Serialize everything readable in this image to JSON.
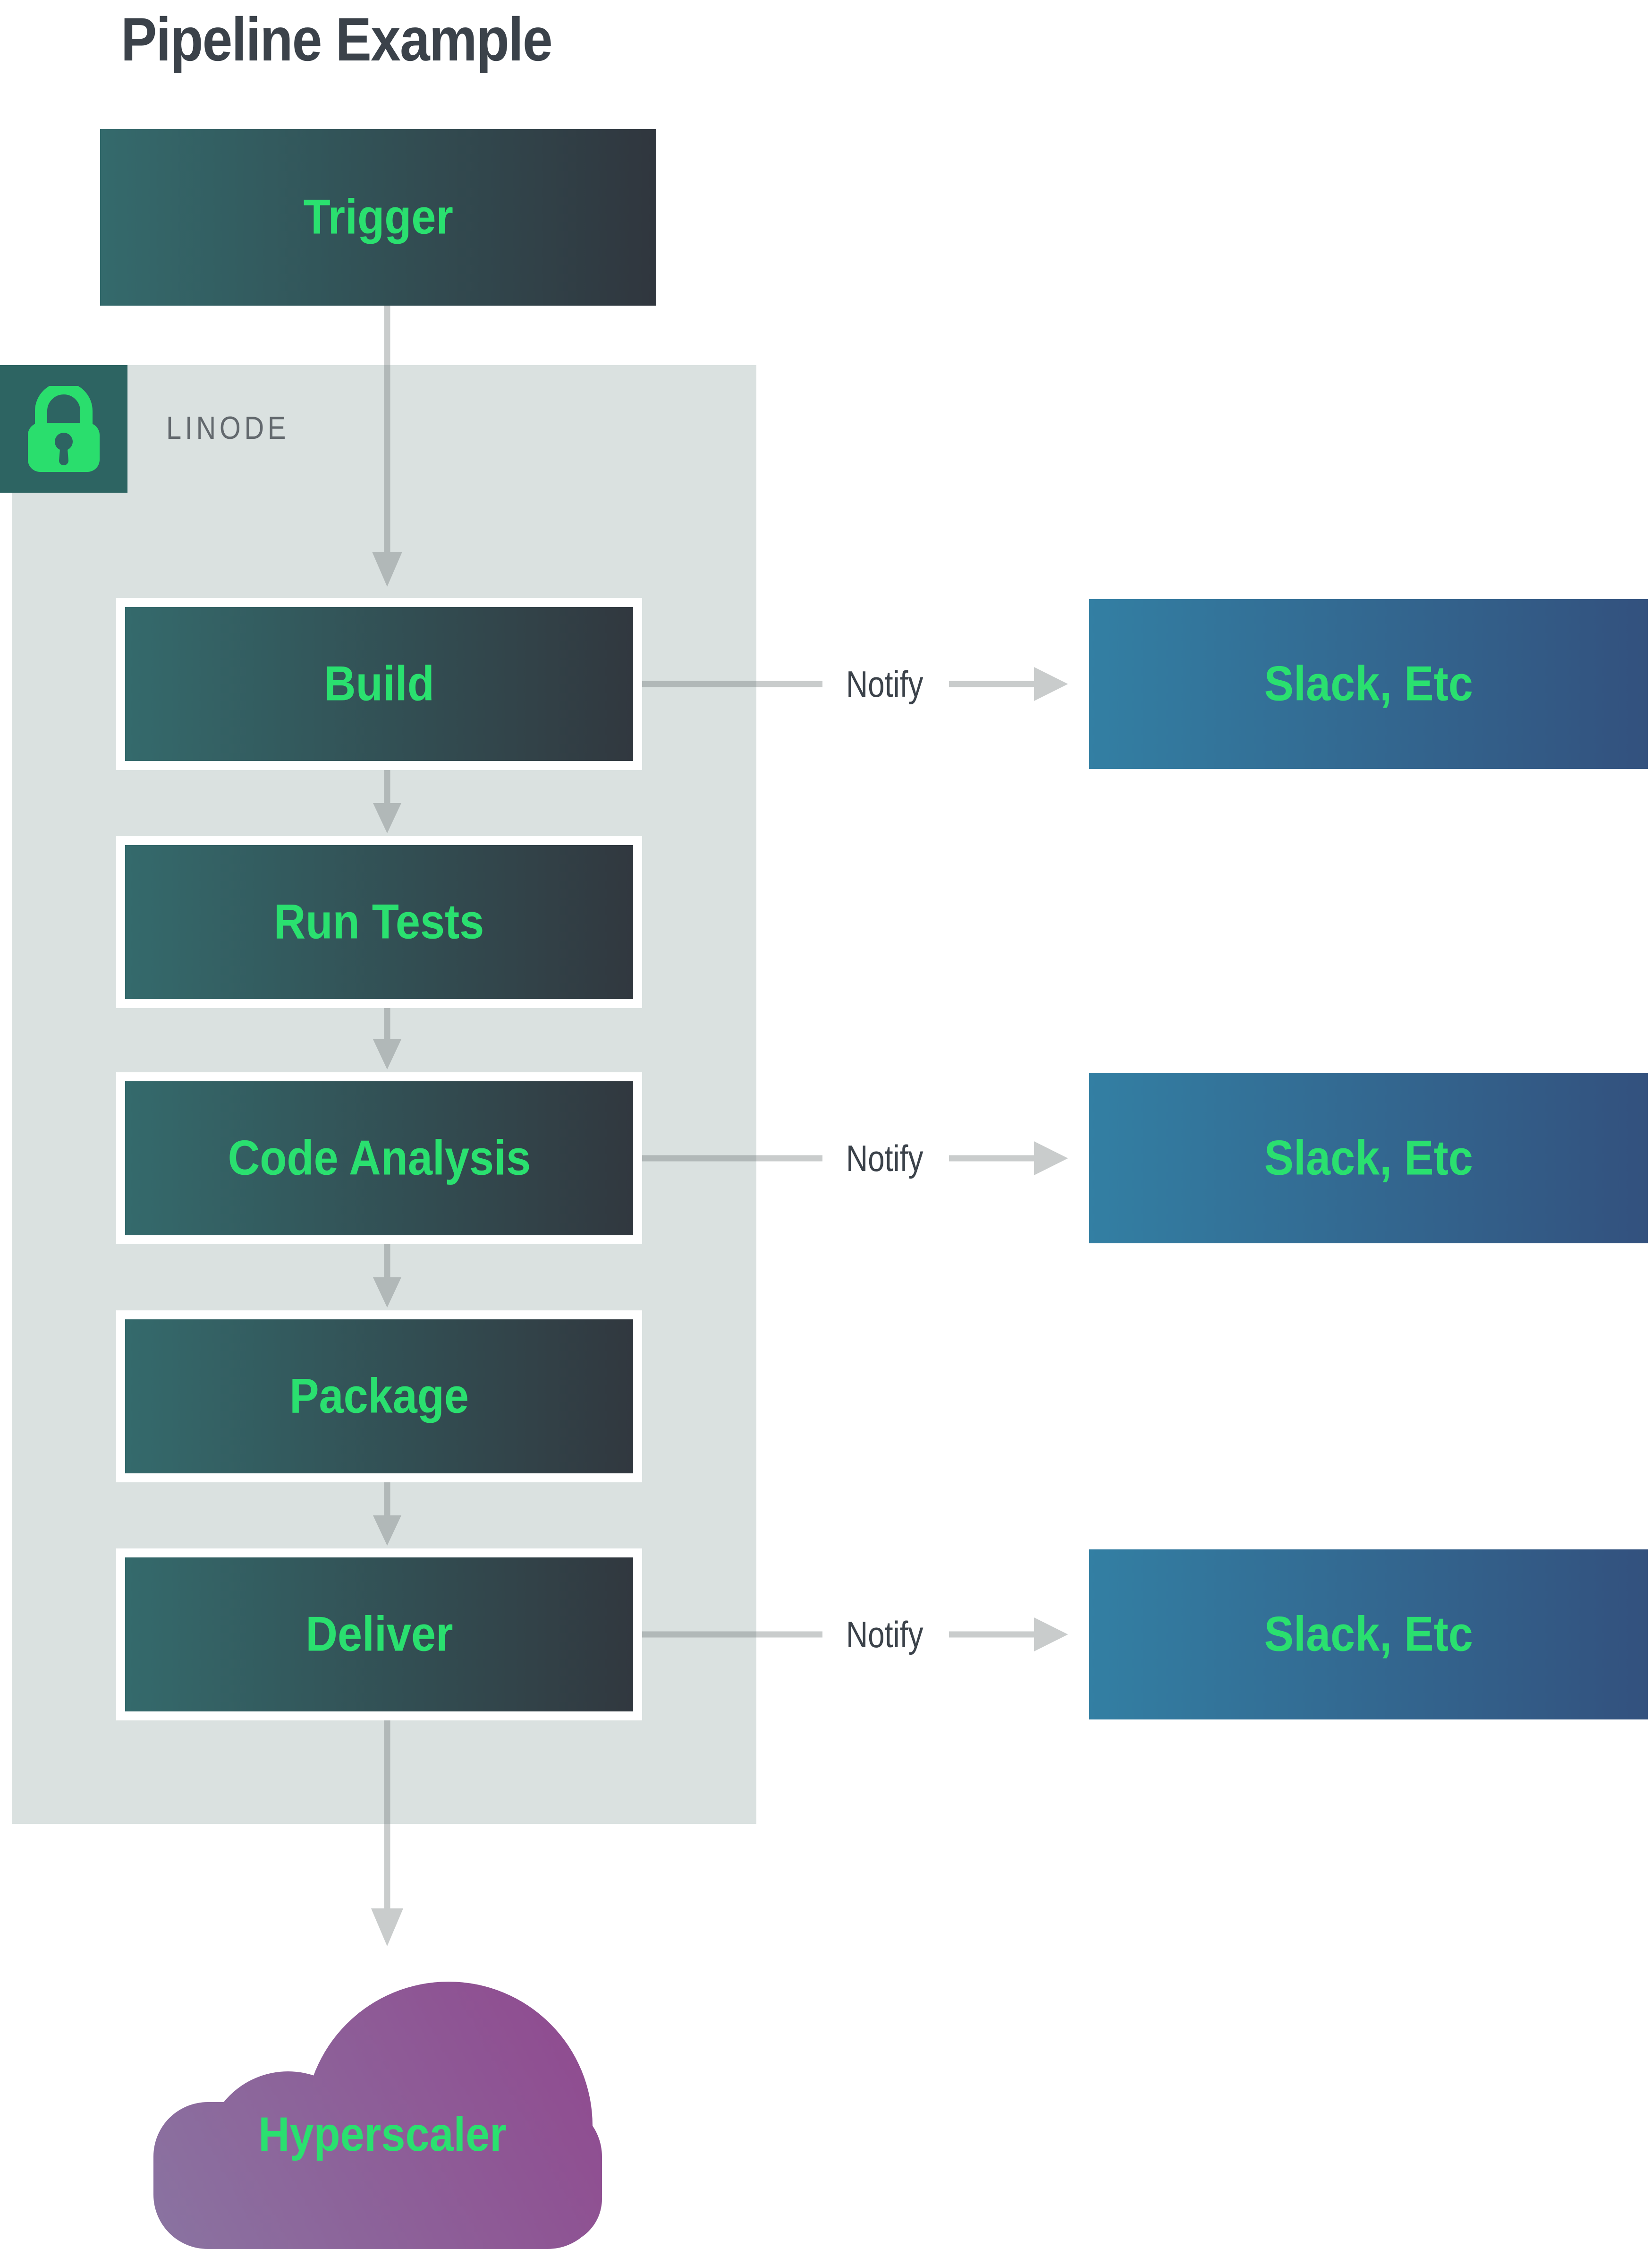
{
  "title": "Pipeline Example",
  "linode": {
    "label": "LINODE",
    "lock_icon": "lock-icon"
  },
  "trigger": {
    "label": "Trigger"
  },
  "pipeline": {
    "steps": [
      {
        "label": "Build"
      },
      {
        "label": "Run Tests"
      },
      {
        "label": "Code Analysis"
      },
      {
        "label": "Package"
      },
      {
        "label": "Deliver"
      }
    ]
  },
  "notify_rows": [
    {
      "from": "Build",
      "label": "Notify",
      "target": "Slack, Etc"
    },
    {
      "from": "Code Analysis",
      "label": "Notify",
      "target": "Slack, Etc"
    },
    {
      "from": "Deliver",
      "label": "Notify",
      "target": "Slack, Etc"
    }
  ],
  "cloud": {
    "label": "Hyperscaler"
  },
  "colors": {
    "accent_green": "#2ae06f",
    "title_text": "#3b424a",
    "node_gradient_start": "#346a6c",
    "node_gradient_end": "#30363e",
    "slack_gradient_start": "#337fa3",
    "slack_gradient_end": "#33517e",
    "cloud_gradient_start": "#8a74a1",
    "cloud_gradient_end": "#90498f",
    "panel_background": "#dae1e0",
    "lock_badge_background": "#2d6462",
    "linode_text": "#63696e",
    "arrow_gray": "#b9bfbf"
  }
}
